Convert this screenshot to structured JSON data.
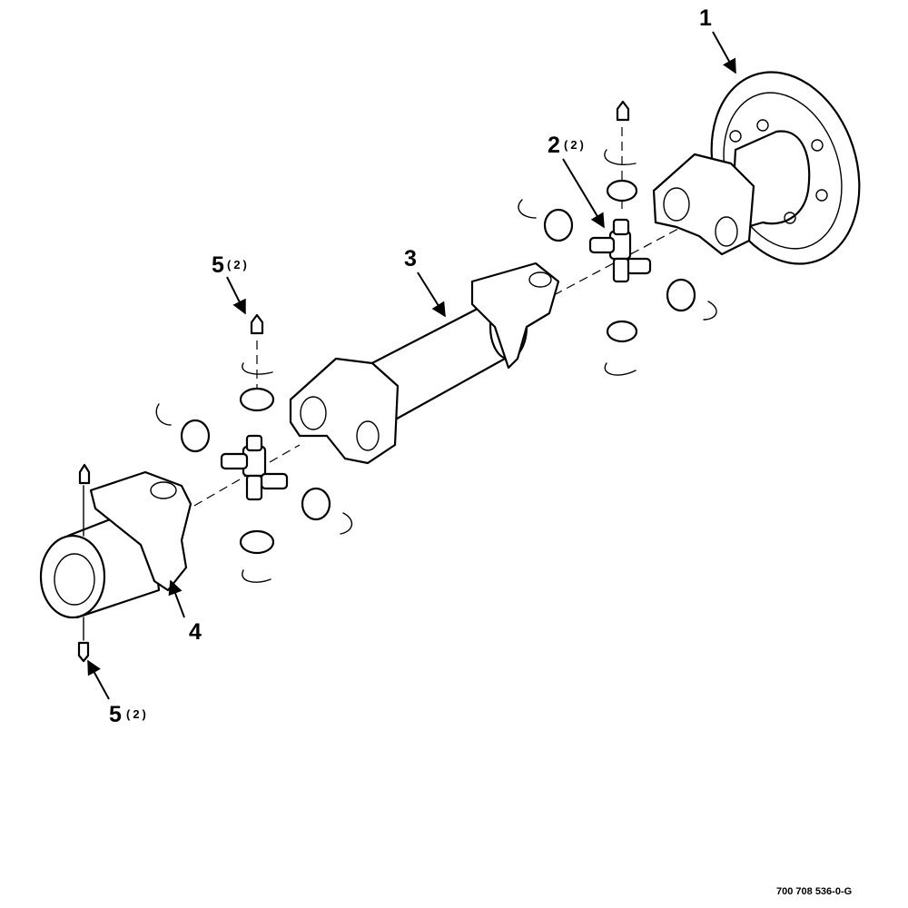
{
  "callouts": [
    {
      "id": "1",
      "qty": ""
    },
    {
      "id": "2",
      "qty": "(2)"
    },
    {
      "id": "3",
      "qty": ""
    },
    {
      "id": "4",
      "qty": ""
    },
    {
      "id": "5",
      "qty": "(2)"
    },
    {
      "id": "5",
      "qty": "(2)"
    }
  ],
  "drawing_number": "700 708 536-0-G",
  "colors": {
    "line": "#000000",
    "background": "#ffffff"
  }
}
